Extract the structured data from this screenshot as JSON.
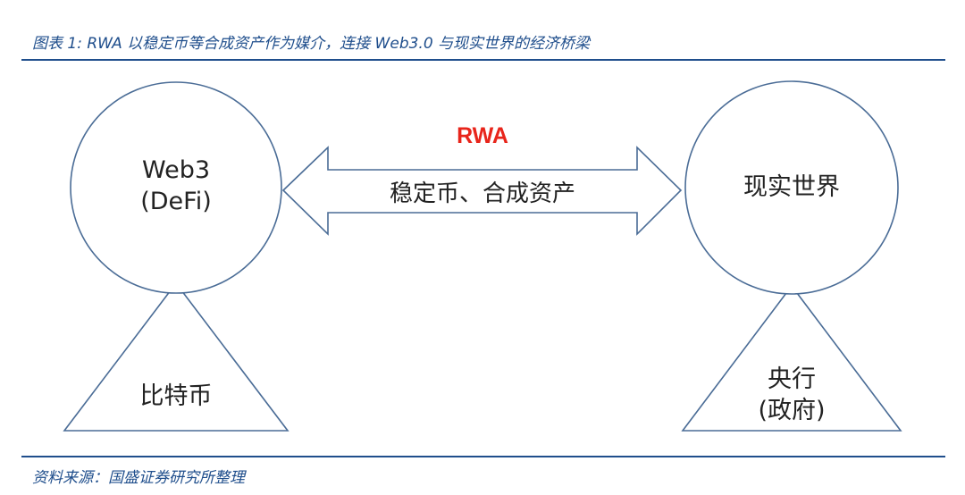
{
  "caption": "图表 1: RWA 以稳定币等合成资产作为媒介，连接 Web3.0 与现实世界的经济桥梁",
  "source": "资料来源：国盛证券研究所整理",
  "diagram": {
    "left_circle": {
      "line1": "Web3",
      "line2": "(DeFi)"
    },
    "right_circle": {
      "line1": "现实世界"
    },
    "left_triangle": {
      "label": "比特币"
    },
    "right_triangle": {
      "line1": "央行",
      "line2": "(政府)"
    },
    "arrow": {
      "title": "RWA",
      "label": "稳定币、合成资产"
    }
  },
  "colors": {
    "accent": "#1f4e8c",
    "highlight": "#e8251b",
    "shape_stroke": "#4a6c96",
    "text": "#222222"
  }
}
